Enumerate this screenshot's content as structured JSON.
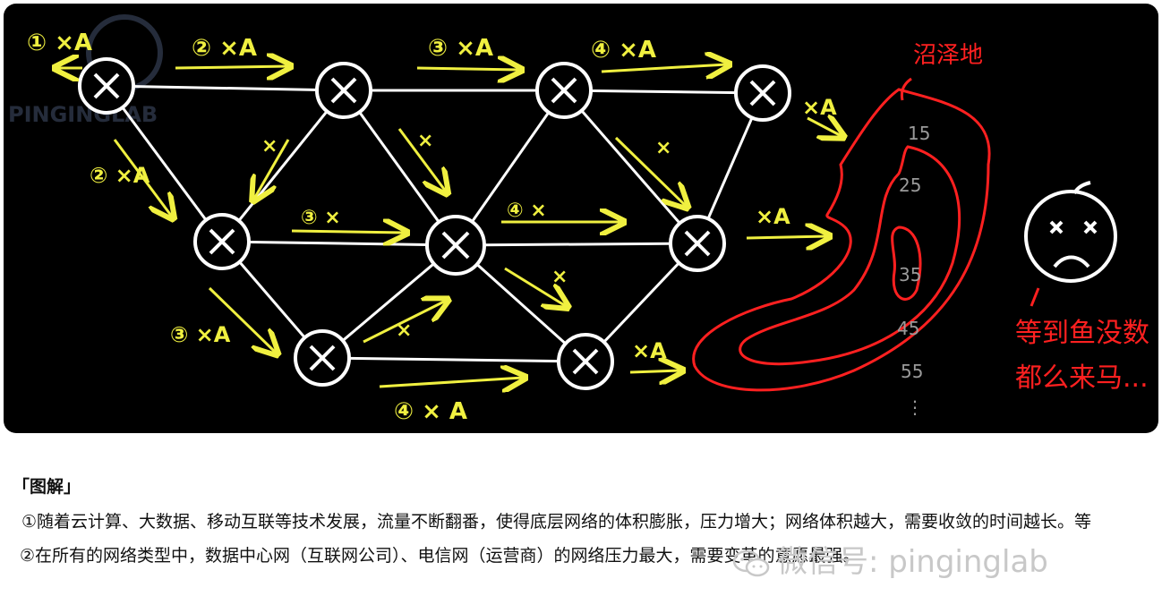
{
  "diagram": {
    "node_symbol": "X",
    "watermark_logo": "PINGINGLAB",
    "link_labels": [
      {
        "id": "l1",
        "text": "① ×A"
      },
      {
        "id": "l2",
        "text": "② ×A"
      },
      {
        "id": "l3",
        "text": "③ ×A"
      },
      {
        "id": "l4",
        "text": "④ ×A"
      },
      {
        "id": "l5",
        "text": "×A"
      },
      {
        "id": "l6",
        "text": "② ×A"
      },
      {
        "id": "l7",
        "text": "×"
      },
      {
        "id": "l8",
        "text": "×"
      },
      {
        "id": "l9",
        "text": "×"
      },
      {
        "id": "l10",
        "text": "③ ×"
      },
      {
        "id": "l11",
        "text": "④ ×"
      },
      {
        "id": "l12",
        "text": "×A"
      },
      {
        "id": "l13",
        "text": "③ ×A"
      },
      {
        "id": "l14",
        "text": "×"
      },
      {
        "id": "l15",
        "text": "×"
      },
      {
        "id": "l16",
        "text": "×A"
      },
      {
        "id": "l17",
        "text": "④ × A"
      }
    ],
    "swamp_label": "沼泽地",
    "depth_marks": [
      "15",
      "25",
      "35",
      "45",
      "55",
      "⋮"
    ],
    "face_caption": [
      "等到鱼没数",
      "都么来马..."
    ],
    "colors": {
      "links": "#ffffff",
      "arrows": "#f0f040",
      "swamp": "#ff2020",
      "depth": "#9a9a9a"
    }
  },
  "caption": {
    "title": "「图解」",
    "paragraph1": "①随着云计算、大数据、移动互联等技术发展，流量不断翻番，使得底层网络的体积膨胀，压力增大；网络体积越大，需要收敛的时间越长。等",
    "paragraph2": "②在所有的网络类型中，数据中心网（互联网公司）、电信网（运营商）的网络压力最大，需要变革的意愿最强。"
  },
  "watermark": {
    "text": "微信号: pinginglab"
  }
}
